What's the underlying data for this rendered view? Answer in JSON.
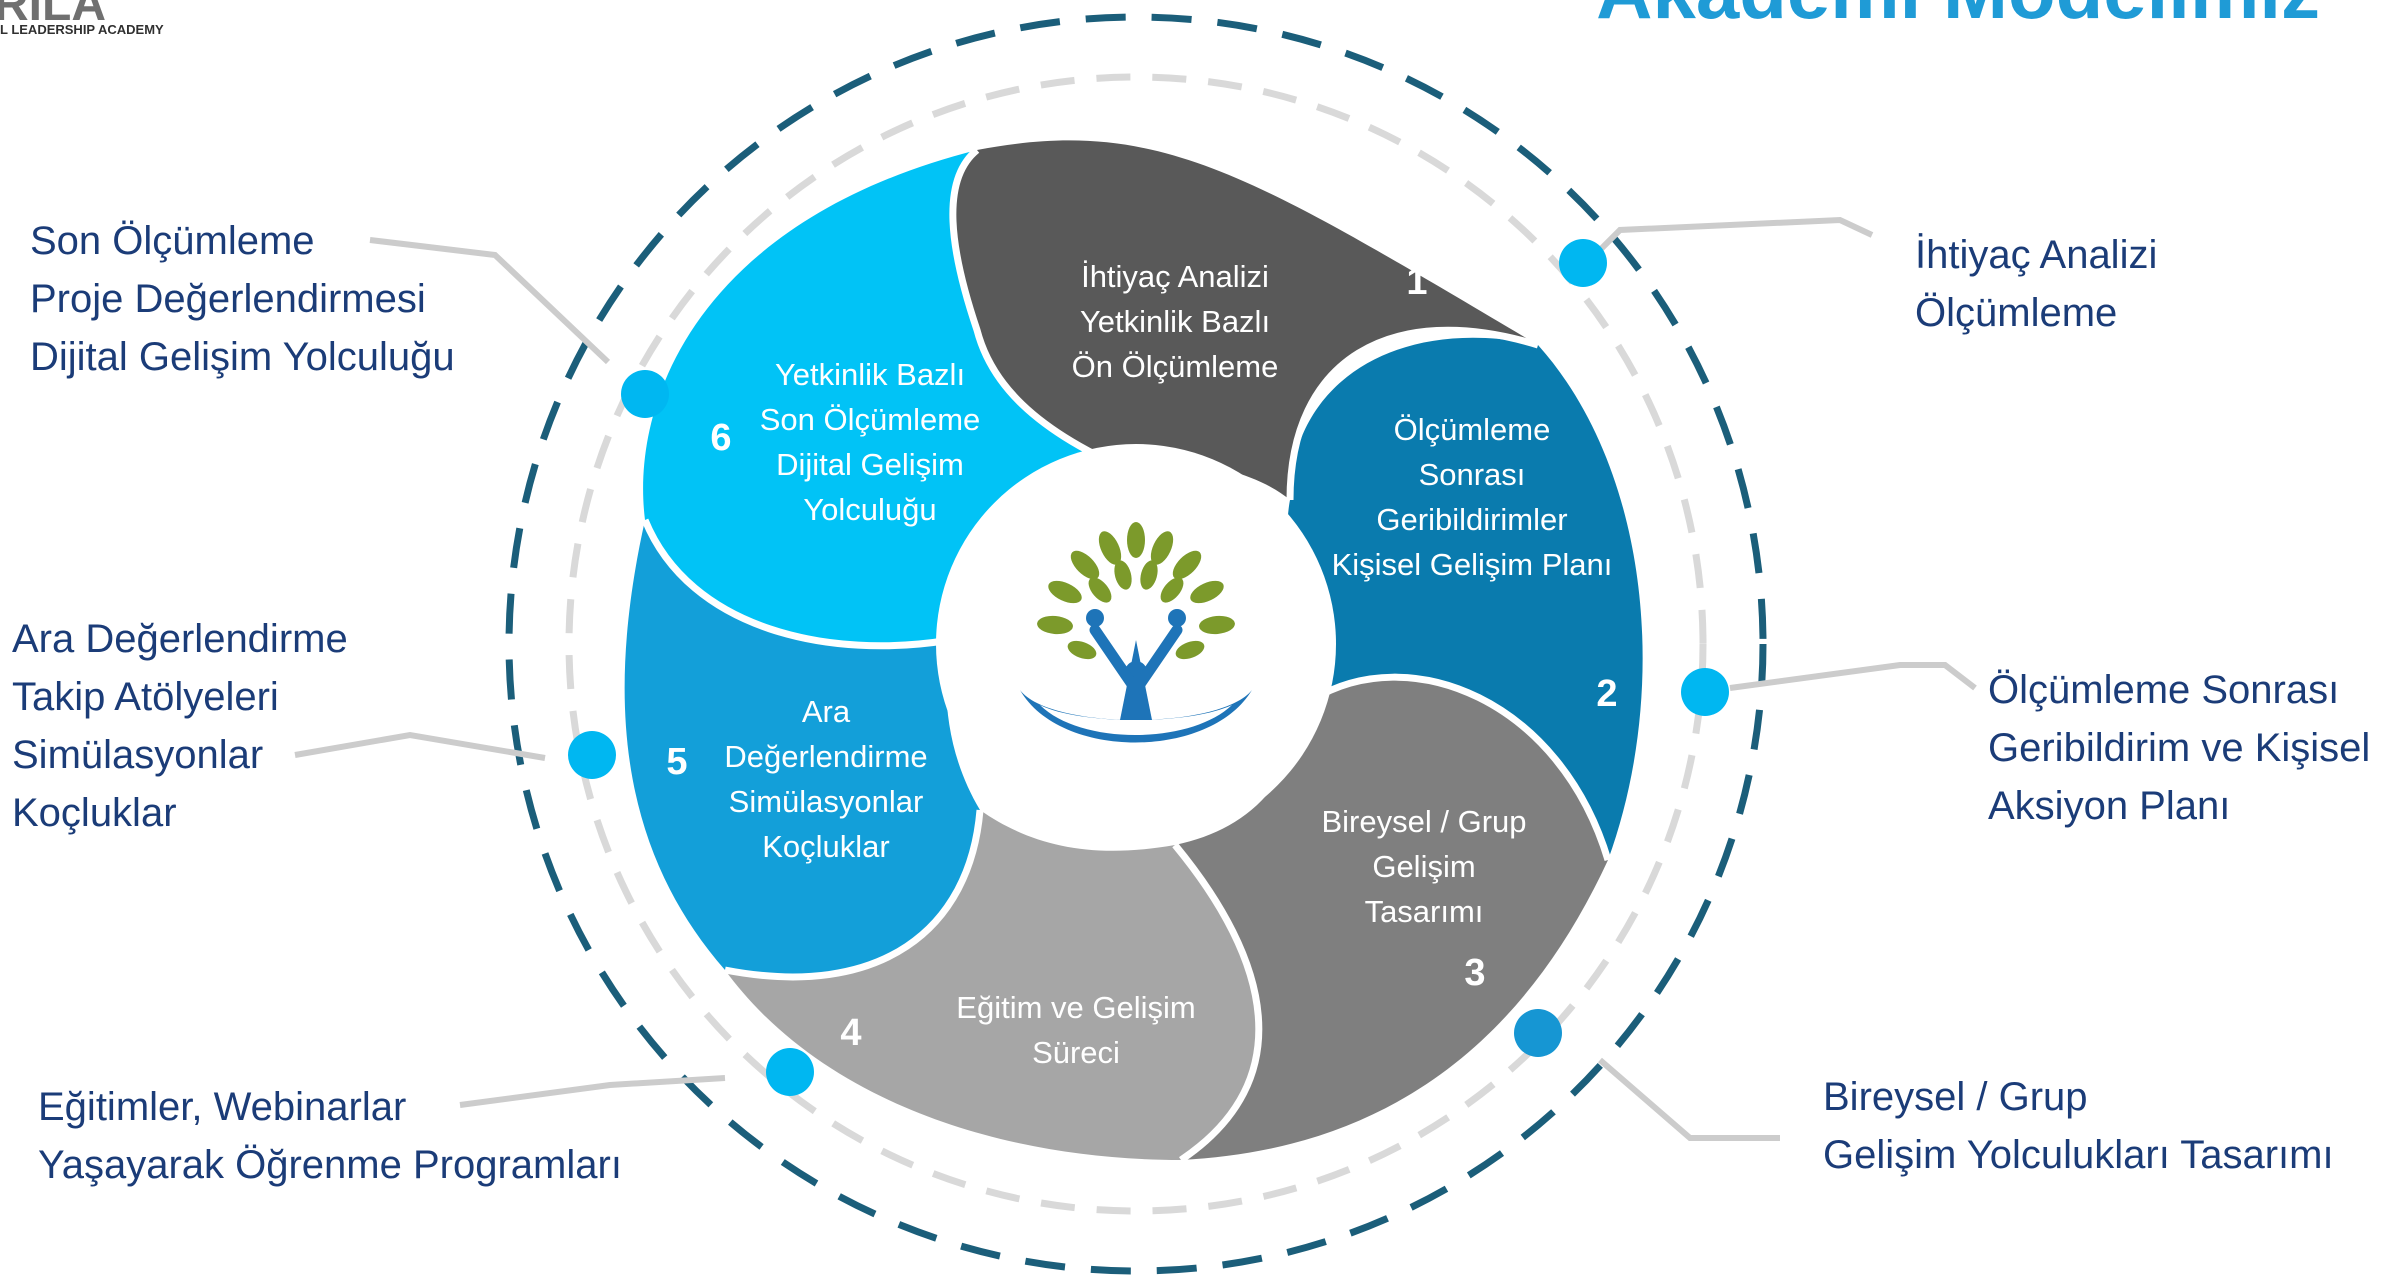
{
  "logo": {
    "mark": "RILA",
    "text": "L LEADERSHIP ACADEMY"
  },
  "title": "Akademi Modelimiz",
  "segments": [
    {
      "number": "1",
      "lines": [
        "İhtiyaç Analizi",
        "Yetkinlik Bazlı",
        "Ön Ölçümleme"
      ],
      "color": "#595959"
    },
    {
      "number": "2",
      "lines": [
        "Ölçümleme",
        "Sonrası",
        "Geribildirimler",
        "Kişisel Gelişim Planı"
      ],
      "color": "#0a7bae"
    },
    {
      "number": "3",
      "lines": [
        "Bireysel / Grup",
        "Gelişim",
        "Tasarımı"
      ],
      "color": "#7f7f7f"
    },
    {
      "number": "4",
      "lines": [
        "Eğitim ve Gelişim",
        "Süreci"
      ],
      "color": "#a6a6a6"
    },
    {
      "number": "5",
      "lines": [
        "Ara",
        "Değerlendirme",
        "Simülasyonlar",
        "Koçluklar"
      ],
      "color": "#139fd9"
    },
    {
      "number": "6",
      "lines": [
        "Yetkinlik Bazlı",
        "Son Ölçümleme",
        "Dijital Gelişim",
        "Yolculuğu"
      ],
      "color": "#01c3f6"
    }
  ],
  "callouts": [
    {
      "id": "ihtiyac",
      "lines": [
        "İhtiyaç Analizi",
        "Ölçümleme"
      ]
    },
    {
      "id": "olcumleme-sonrasi",
      "lines": [
        "Ölçümleme Sonrası",
        "Geribildirim ve Kişisel",
        "Aksiyon Planı"
      ]
    },
    {
      "id": "bireysel",
      "lines": [
        "Bireysel / Grup",
        "Gelişim Yolculukları Tasarımı"
      ]
    },
    {
      "id": "egitimler",
      "lines": [
        "Eğitimler,  Webinarlar",
        "Yaşayarak Öğrenme Programları"
      ]
    },
    {
      "id": "ara",
      "lines": [
        "Ara Değerlendirme",
        "Takip Atölyeleri",
        "Simülasyonlar",
        "Koçluklar"
      ]
    },
    {
      "id": "son",
      "lines": [
        "Son Ölçümleme",
        "Proje Değerlendirmesi",
        "Dijital Gelişim Yolculuğu"
      ]
    }
  ],
  "colors": {
    "outer_ring": "#1b5e7a",
    "inner_ring": "#d9d9d9",
    "dot": "#00b7f1",
    "dot_dark": "#1696d3",
    "connector": "#cccccc"
  }
}
